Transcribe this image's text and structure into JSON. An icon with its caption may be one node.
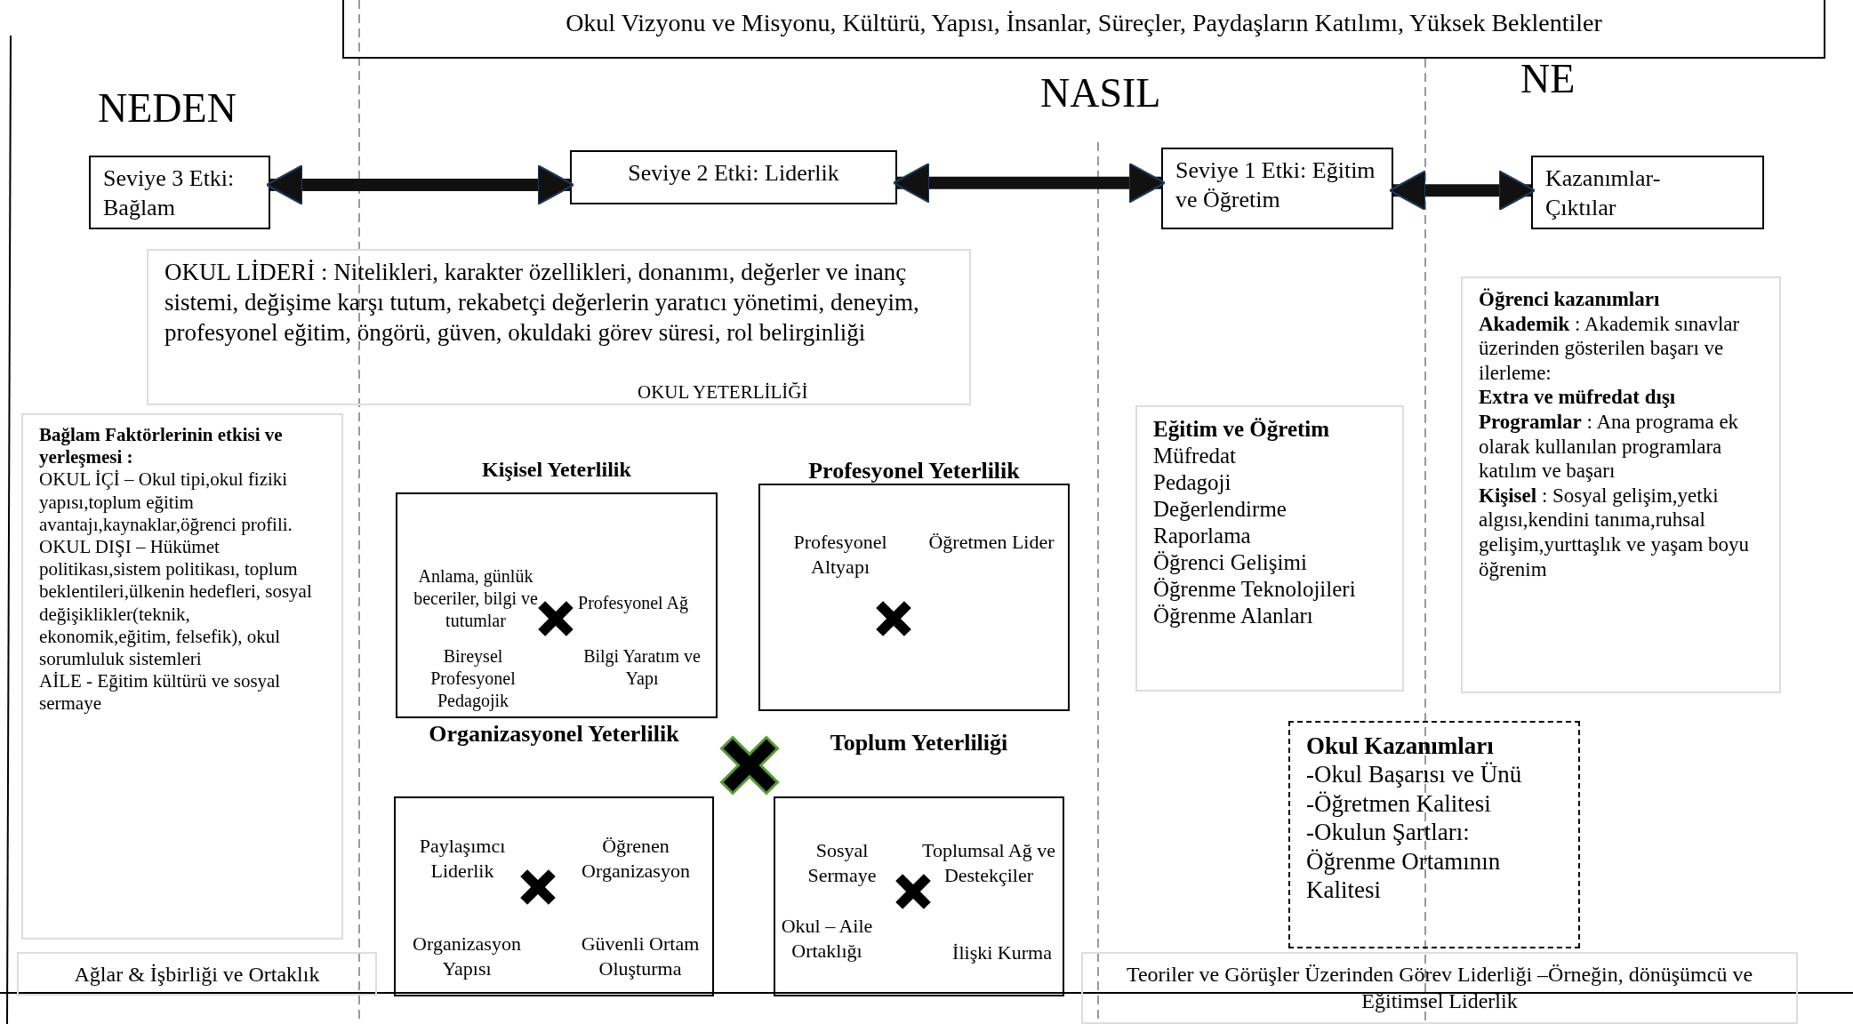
{
  "diagram": {
    "nodes": [
      {
        "text": [
          "Okul Vizyonu ve Misyonu, Kültürü, Yapısı, İnsanlar, Süreçler, Paydaşların Katılımı, Yüksek Beklentiler"
        ]
      },
      {
        "text": [
          "Seviye 3 Etki: Bağlam"
        ]
      },
      {
        "text": [
          "Seviye 2 Etki: Liderlik"
        ]
      },
      {
        "text": [
          "Seviye 1 Etki: Eğitim ve Öğretim"
        ]
      },
      {
        "text": [
          "Kazanımlar- Çıktılar"
        ]
      },
      {
        "text": [
          "OKUL LİDERİ : Nitelikleri, karakter özellikleri, donanımı, değerler ve inanç sistemi, değişime karşı tutum, rekabetçi değerlerin yaratıcı yönetimi, deneyim, profesyonel eğitim, öngörü, güven, okuldaki görev süresi, rol belirginliği",
          "OKUL YETERLİLİĞİ"
        ]
      },
      {
        "text": [
          "Bağlam Faktörlerinin etkisi ve yerleşmesi :",
          "OKUL İÇİ – Okul tipi,okul fiziki yapısı,toplum eğitim avantajı,kaynaklar,öğrenci profili.",
          "OKUL DIŞI – Hükümet politikası,sistem politikası, toplum beklentileri,ülkenin hedefleri, sosyal değişiklikler(teknik, ekonomik,eğitim, felsefik), okul sorumluluk sistemleri",
          "AİLE - Eğitim kültürü ve sosyal sermaye"
        ]
      },
      {
        "text": [
          "Kişisel Yeterlilik",
          "Anlama, günlük beceriler, bilgi ve tutumlar",
          "Profesyonel Ağ",
          "Bireysel Profesyonel Pedagojik",
          "Bilgi Yaratım ve Yapı"
        ]
      },
      {
        "text": [
          "Profesyonel Yeterlilik",
          "Profesyonel Altyapı",
          "Öğretmen Lider"
        ]
      },
      {
        "text": [
          "Organizasyonel Yeterlilik",
          "Paylaşımcı Liderlik",
          "Öğrenen Organizasyon",
          "Organizasyon Yapısı",
          "Güvenli Ortam Oluşturma"
        ]
      },
      {
        "text": [
          "Toplum Yeterliliği",
          "Sosyal Sermaye",
          "Toplumsal Ağ ve Destekçiler",
          "Okul – Aile Ortaklığı",
          "İlişki Kurma"
        ]
      },
      {
        "text": [
          "Eğitim ve Öğretim",
          "Müfredat",
          "Pedagoji",
          "Değerlendirme",
          "Raporlama",
          "Öğrenci Gelişimi",
          "Öğrenme Teknolojileri",
          "Öğrenme Alanları"
        ]
      },
      {
        "text": [
          "Öğrenci kazanımları",
          "**Akademik** : Akademik sınavlar üzerinden gösterilen başarı ve ilerleme:",
          "**Extra ve müfredat dışı Programlar** : Ana programa ek olarak kullanılan programlara katılım ve başarı",
          "**Kişisel** : Sosyal gelişim,yetki algısı,kendini tanıma,ruhsal gelişim,yurttaşlık ve yaşam boyu öğrenim"
        ]
      },
      {
        "text": [
          "Okul Kazanımları",
          "-Okul Başarısı ve Ünü",
          "-Öğretmen Kalitesi",
          "-Okulun Şartları: Öğrenme Ortamının Kalitesi"
        ]
      },
      {
        "text": [
          "Ağlar & İşbirliği ve Ortaklık"
        ]
      },
      {
        "text": [
          "Teoriler ve Görüşler Üzerinden Görev Liderliği –Örneğin, dönüşümcü ve Eğitimsel Liderlik"
        ]
      }
    ],
    "edges": [
      {
        "from": 1,
        "to": 2,
        "arrow": "both"
      },
      {
        "from": 2,
        "to": 3,
        "arrow": "both"
      },
      {
        "from": 3,
        "to": 4,
        "arrow": "both"
      }
    ],
    "labels": [
      "NEDEN",
      "NASIL",
      "NE"
    ]
  }
}
